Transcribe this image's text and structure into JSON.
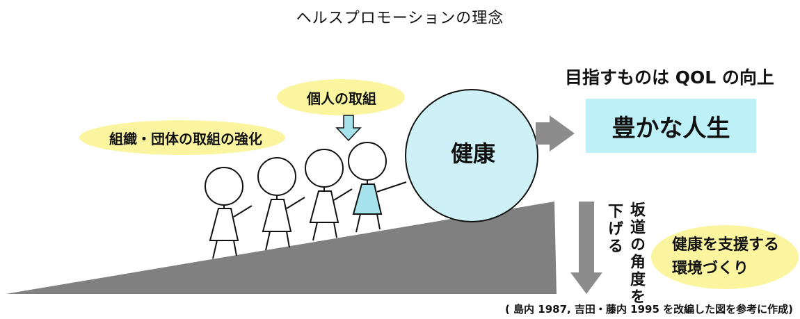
{
  "title": "ヘルスプロモーションの理念",
  "goal": {
    "caption": "目指すものは QOL の向上",
    "box_label": "豊かな人生"
  },
  "bubbles": {
    "organization": "組織・団体の取組の強化",
    "individual": "個人の取組",
    "environment": "健康を支援する\n環境づくり"
  },
  "ball_label": "健康",
  "slope": {
    "line1": "坂道の角度を",
    "line2": "下げる"
  },
  "source_note": "( 島内 1987, 吉田・藤内 1995 を改編した図を参考に作成)",
  "colors": {
    "highlight_yellow": "#fbf5a0",
    "ball_fill": "#cdf1f7",
    "goal_box": "#bef1f7",
    "ramp_gray": "#808080",
    "arrow_gray": "#8c8c8c",
    "accent_figure": "#a7e3ec"
  }
}
